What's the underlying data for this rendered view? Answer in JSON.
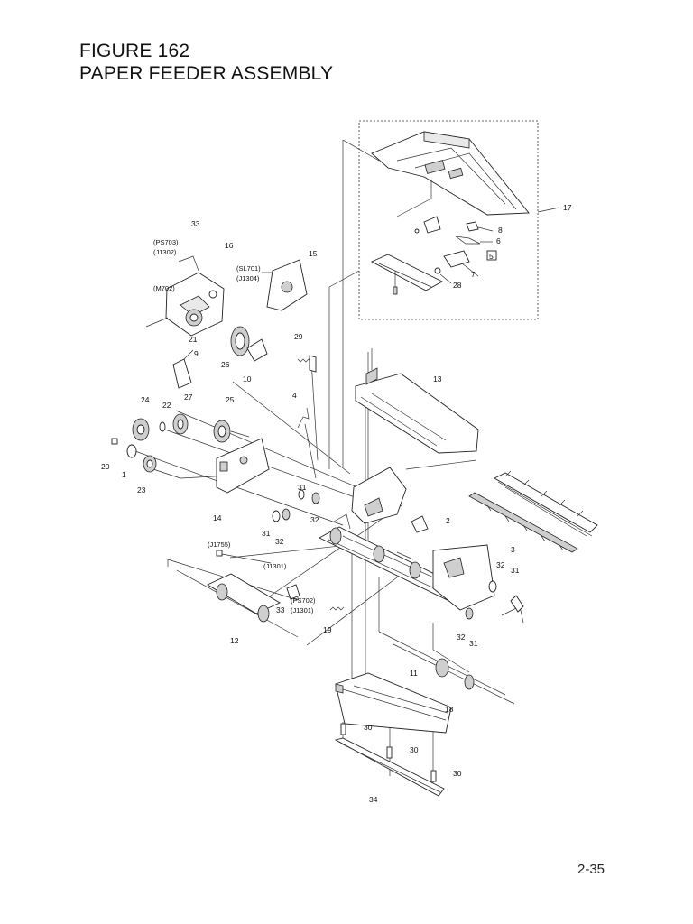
{
  "header": {
    "figure_label": "FIGURE 162",
    "figure_title": "PAPER FEEDER ASSEMBLY"
  },
  "footer": {
    "page_number": "2-35"
  },
  "callouts": {
    "c1": "1",
    "c2": "2",
    "c3": "3",
    "c4": "4",
    "c5": "5",
    "c6": "6",
    "c7": "7",
    "c8": "8",
    "c9": "9",
    "c10": "10",
    "c11": "11",
    "c12": "12",
    "c13": "13",
    "c14": "14",
    "c15": "15",
    "c16": "16",
    "c17": "17",
    "c18": "18",
    "c19": "19",
    "c20": "20",
    "c21": "21",
    "c22": "22",
    "c23": "23",
    "c24": "24",
    "c25": "25",
    "c26": "26",
    "c27": "27",
    "c28": "28",
    "c29": "29",
    "c30a": "30",
    "c30b": "30",
    "c30c": "30",
    "c31a": "31",
    "c31b": "31",
    "c31c": "31",
    "c31d": "31",
    "c32a": "32",
    "c32b": "32",
    "c32c": "32",
    "c32d": "32",
    "c33a": "33",
    "c33b": "33",
    "c34": "34"
  },
  "connectors": {
    "ps703": "(PS703)",
    "j1302": "(J1302)",
    "m702": "(M702)",
    "sl701": "(SL701)",
    "j1304": "(J1304)",
    "j1755": "(J1755)",
    "j1301a": "(J1301)",
    "ps702": "(PS702)",
    "j1301b": "(J1301)"
  }
}
